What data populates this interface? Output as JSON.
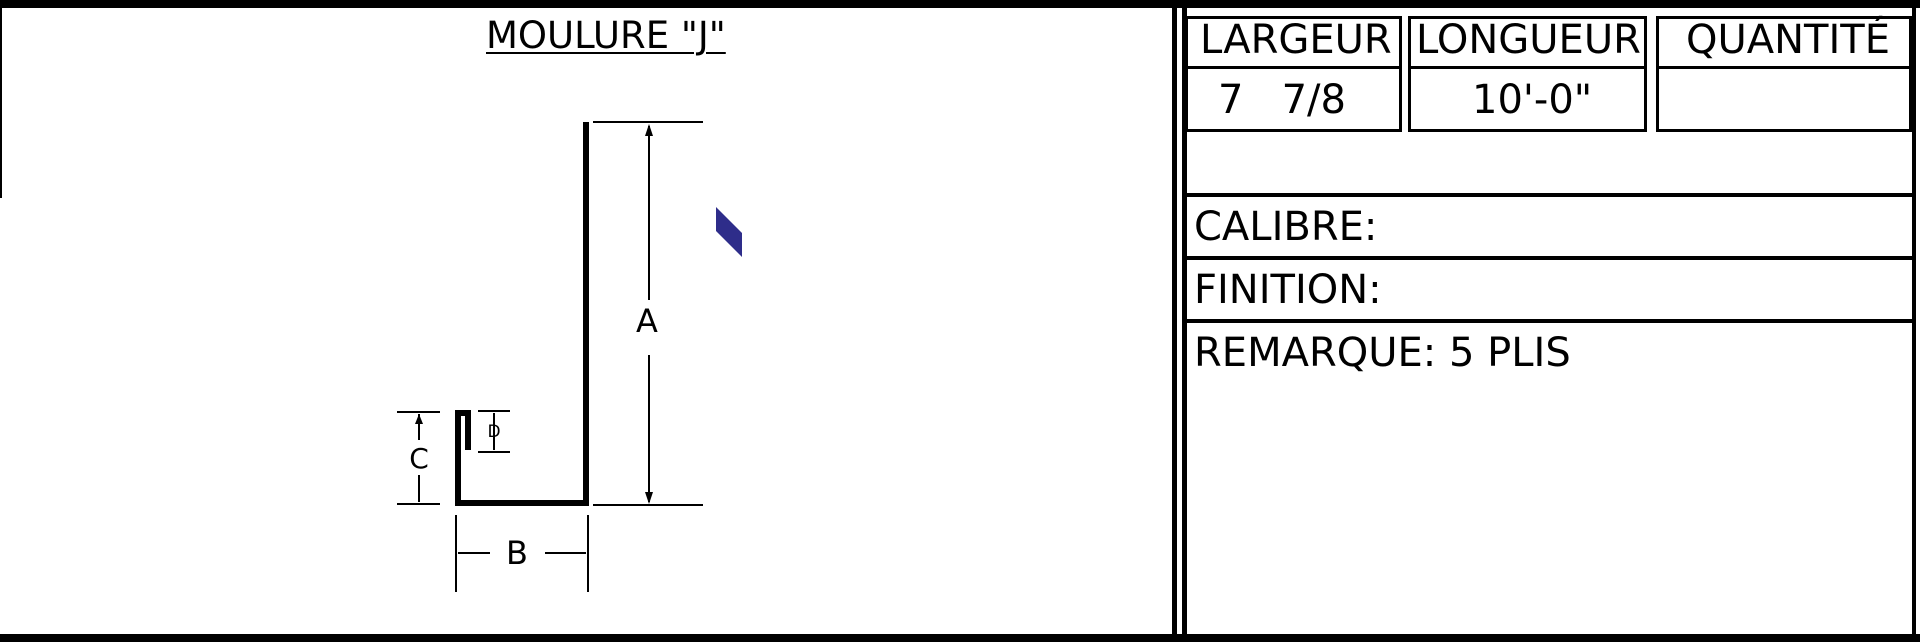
{
  "drawing": {
    "title": "MOULURE \"J\"",
    "dimension_labels": {
      "a": "A",
      "b": "B",
      "c": "C",
      "d": "D"
    },
    "marker_color": "#2e2d8a"
  },
  "table": {
    "headers": {
      "largeur": "LARGEUR",
      "longueur": "LONGUEUR",
      "quantite": "QUANTITÉ"
    },
    "values": {
      "largeur": "7   7/8",
      "longueur": "10'-0\"",
      "quantite": ""
    }
  },
  "fields": {
    "calibre": "CALIBRE:",
    "finition": "FINITION:",
    "remarque": "REMARQUE: 5 PLIS"
  }
}
